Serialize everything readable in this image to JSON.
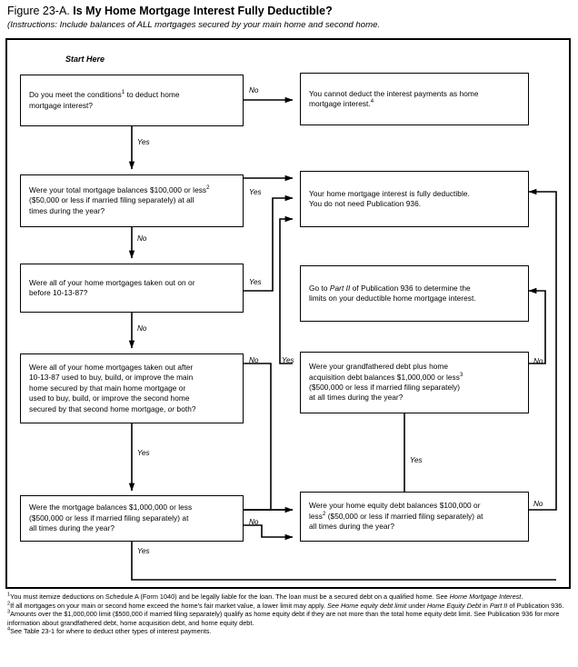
{
  "figure": {
    "number": "Figure 23-A.",
    "question": "Is My Home Mortgage Interest Fully Deductible?",
    "instructions": "(Instructions: Include balances of ALL mortgages secured by your main home and second home.",
    "start_here_label": "Start Here"
  },
  "chart_data": {
    "type": "diagram",
    "title": "Figure 23-A. Is My Home Mortgage Interest Fully Deductible?",
    "nodes": [
      {
        "id": "q1",
        "kind": "decision",
        "text": "Do you meet the conditions¹ to deduct home mortgage interest?"
      },
      {
        "id": "cannot-deduct",
        "kind": "terminal",
        "text": "You cannot deduct the interest payments as home mortgage interest.⁴"
      },
      {
        "id": "q2",
        "kind": "decision",
        "text": "Were your total mortgage balances $100,000 or less² ($50,000 or less if married filing separately) at all times during the year?"
      },
      {
        "id": "fully-deductible",
        "kind": "terminal",
        "text": "Your home mortgage interest is fully deductible. You do not need Publication 936."
      },
      {
        "id": "q3",
        "kind": "decision",
        "text": "Were all of your home mortgages taken out on or before 10-13-87?"
      },
      {
        "id": "go-part-ii",
        "kind": "terminal",
        "text": "Go to Part II of Publication 936 to determine the limits on your deductible home mortgage interest."
      },
      {
        "id": "q4",
        "kind": "decision",
        "text": "Were all of your home mortgages taken out after 10-13-87 used to buy, build, or improve the main home secured by that main home mortgage or used to buy, build, or improve the second home secured by that second home mortgage, or both?"
      },
      {
        "id": "q5",
        "kind": "decision",
        "text": "Were your grandfathered debt plus home acquisition debt balances $1,000,000 or less³ ($500,000 or less if married filing separately) at all times during the year?"
      },
      {
        "id": "q6",
        "kind": "decision",
        "text": "Were the mortgage balances $1,000,000 or less ($500,000 or less if married filing separately) at all times during the year?"
      },
      {
        "id": "q7",
        "kind": "decision",
        "text": "Were your home equity debt balances $100,000 or less² ($50,000 or less if married filing separately) at all times during the year?"
      }
    ],
    "edges": [
      {
        "from": "q1",
        "to": "cannot-deduct",
        "label": "No"
      },
      {
        "from": "q1",
        "to": "q2",
        "label": "Yes"
      },
      {
        "from": "q2",
        "to": "fully-deductible",
        "label": "Yes"
      },
      {
        "from": "q2",
        "to": "q3",
        "label": "No"
      },
      {
        "from": "q3",
        "to": "fully-deductible",
        "label": "Yes"
      },
      {
        "from": "q3",
        "to": "q4",
        "label": "No"
      },
      {
        "from": "q4",
        "to": "q7",
        "label": "No"
      },
      {
        "from": "q4",
        "to": "q6",
        "label": "Yes"
      },
      {
        "from": "q5",
        "to": "fully-deductible",
        "label": "Yes"
      },
      {
        "from": "q5",
        "to": "go-part-ii",
        "label": "No"
      },
      {
        "from": "q6",
        "to": "q7",
        "label": "No"
      },
      {
        "from": "q6",
        "to": "q7",
        "label": "Yes"
      },
      {
        "from": "q7",
        "to": "q5",
        "label": "Yes"
      },
      {
        "from": "q7",
        "to": "fully-deductible",
        "label": "No"
      }
    ]
  },
  "boxes": {
    "q1": {
      "line1_a": "Do you meet the conditions",
      "sup": "1",
      "line1_b": " to deduct home",
      "line2": "mortgage interest?"
    },
    "cannot_deduct": {
      "line1": "You cannot deduct the interest payments as home",
      "line2_a": "mortgage interest.",
      "sup": "4"
    },
    "q2": {
      "line1_a": "Were your total mortgage balances $100,000 or less",
      "sup": "2",
      "line2": "($50,000 or less if married filing separately) at all",
      "line3": "times during the year?"
    },
    "fully_deductible": {
      "line1": "Your home mortgage interest is fully deductible.",
      "line2": "You do not need Publication 936."
    },
    "q3": {
      "line1": "Were all of your home mortgages taken out on or",
      "line2": "before 10-13-87?"
    },
    "go_part_ii": {
      "pre": "Go to ",
      "italic": "Part II",
      "post": " of Publication 936 to determine the",
      "line2": "limits on your deductible home mortgage interest."
    },
    "q4": {
      "line1": "Were all of your home mortgages taken out after",
      "line2": "10-13-87 used to buy, build, or improve the main",
      "line3": "home secured by that main home mortgage or",
      "line4": "used to buy, build, or improve the second home",
      "line5_a": "secured by that second home mortgage, ",
      "line5_italic": "or",
      "line5_b": " both?"
    },
    "q5": {
      "line1": "Were your grandfathered debt plus home",
      "line2_a": "acquisition debt balances $1,000,000 or less",
      "sup": "3",
      "line3": "($500,000 or less if married filing separately)",
      "line4": "at all times during the year?"
    },
    "q6": {
      "line1": "Were the mortgage balances $1,000,000 or less",
      "line2": "($500,000 or less if married filing separately) at",
      "line3": "all times during the year?"
    },
    "q7": {
      "line1": "Were your home equity debt balances $100,000 or",
      "line2_a": "less",
      "sup": "2",
      "line2_b": " ($50,000 or less if married filing separately) at",
      "line3": "all times during the year?"
    }
  },
  "edge_labels": {
    "q1_no": "No",
    "q1_yes": "Yes",
    "q2_yes": "Yes",
    "q2_no": "No",
    "q3_yes": "Yes",
    "q3_no": "No",
    "q4_no": "No",
    "q4_yes": "Yes",
    "q5_yes": "Yes",
    "q5_no": "No",
    "q6_no": "No",
    "q6_yes": "Yes",
    "q7_yes": "Yes",
    "q7_no": "No"
  },
  "footnotes": [
    {
      "marker": "1",
      "t1": "You must itemize deductions on Schedule A (Form 1040) and be legally liable for the loan. The loan must be a secured debt on a qualified home. See ",
      "i1": "Home Mortgage Interest",
      "t2": "."
    },
    {
      "marker": "2",
      "t1": "If all mortgages on your main or second home exceed the home's fair market value, a lower limit may apply. ",
      "i1": "See Home equity debt limit",
      "t2": " under ",
      "i2": "Home Equity Debt",
      "t3": " in ",
      "i3": "Part II",
      "t4": " of Publication 936."
    },
    {
      "marker": "3",
      "t1": "Amounts over the $1,000,000 limit ($500,000 if married filing separately) qualify as home equity debt if they are not more than the total home equity debt limit. See Publication 936 for more information about grandfathered debt, home acquisition debt, and home equity debt."
    },
    {
      "marker": "4",
      "t1": "See Table 23-1 for where to deduct other types of interest payments."
    }
  ],
  "colors": {
    "ink": "#000000",
    "paper": "#ffffff"
  }
}
